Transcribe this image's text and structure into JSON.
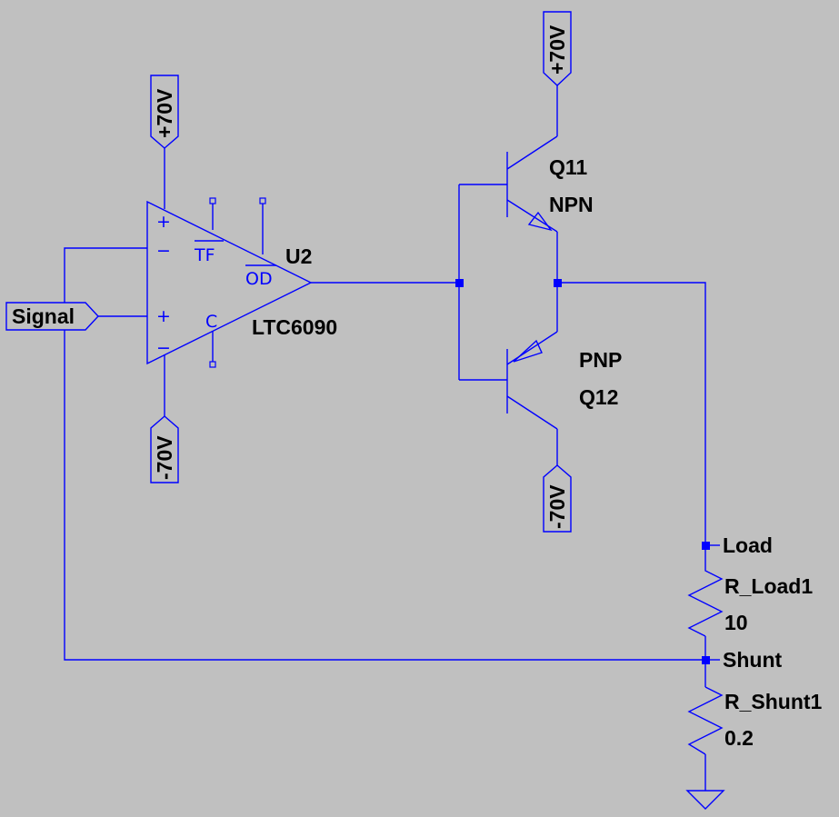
{
  "net_labels": {
    "signal": "Signal",
    "load": "Load",
    "shunt": "Shunt"
  },
  "power": {
    "pos": "+70V",
    "neg": "-70V"
  },
  "opamp": {
    "ref": "U2",
    "model": "LTC6090",
    "pin_tf": "TF",
    "pin_od": "OD",
    "pin_c": "C",
    "plus": "+",
    "minus": "−"
  },
  "q11": {
    "ref": "Q11",
    "type": "NPN"
  },
  "q12": {
    "ref": "Q12",
    "type": "PNP"
  },
  "r_load": {
    "ref": "R_Load1",
    "value": "10"
  },
  "r_shunt": {
    "ref": "R_Shunt1",
    "value": "0.2"
  },
  "colors": {
    "background": "#c0c0c0",
    "wire": "#0000ff",
    "text": "#000000"
  }
}
